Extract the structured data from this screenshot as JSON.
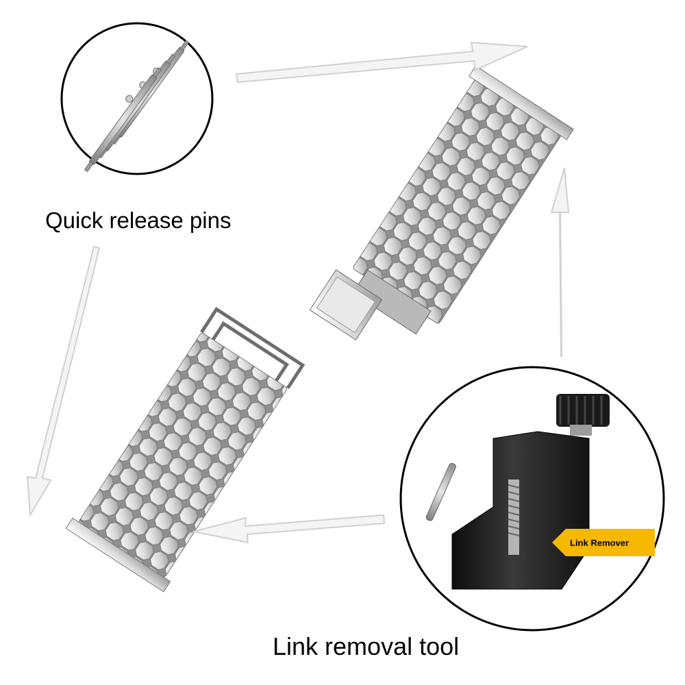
{
  "captions": {
    "pins": "Quick release pins",
    "tool": "Link removal tool",
    "tag": "Link Remover"
  },
  "colors": {
    "background": "#ffffff",
    "metal_light": "#f2f2f2",
    "metal_mid": "#c9c9c9",
    "metal_dark": "#8a8a8a",
    "arrow": "#d6d6d6",
    "tag": "#f7b800",
    "tool_body": "#1c1c1c"
  },
  "icons": {
    "arrows": "outline-arrow",
    "pins": "spring-bar-pin",
    "tool": "link-removal-tool"
  }
}
